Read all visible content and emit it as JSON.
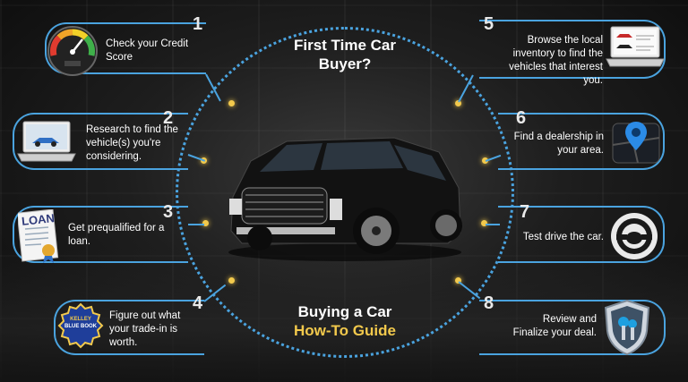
{
  "title_top": "First Time Car Buyer?",
  "title_bottom_line1": "Buying a Car",
  "title_bottom_line2": "How-To Guide",
  "steps": [
    {
      "num": "1",
      "text": "Check your Credit Score",
      "icon": "credit-gauge-icon"
    },
    {
      "num": "2",
      "text": "Research to find the vehicle(s) you're considering.",
      "icon": "laptop-icon"
    },
    {
      "num": "3",
      "text": "Get prequalified for a loan.",
      "icon": "loan-document-icon"
    },
    {
      "num": "4",
      "text": "Figure out what your trade-in is worth.",
      "icon": "kelley-blue-book-icon"
    },
    {
      "num": "5",
      "text": "Browse the local inventory to find the vehicles that interest you.",
      "icon": "laptop-inventory-icon"
    },
    {
      "num": "6",
      "text": "Find a dealership in your area.",
      "icon": "map-pin-icon"
    },
    {
      "num": "7",
      "text": "Test drive the car.",
      "icon": "steering-wheel-icon"
    },
    {
      "num": "8",
      "text": "Review and Finalize your deal.",
      "icon": "shield-keys-icon"
    }
  ],
  "kbb_badge": {
    "line1": "KELLEY",
    "line2": "BLUE BOOK"
  },
  "loan_label": "LOAN",
  "colors": {
    "accent_blue": "#4aa3df",
    "accent_yellow": "#f2c94c"
  }
}
